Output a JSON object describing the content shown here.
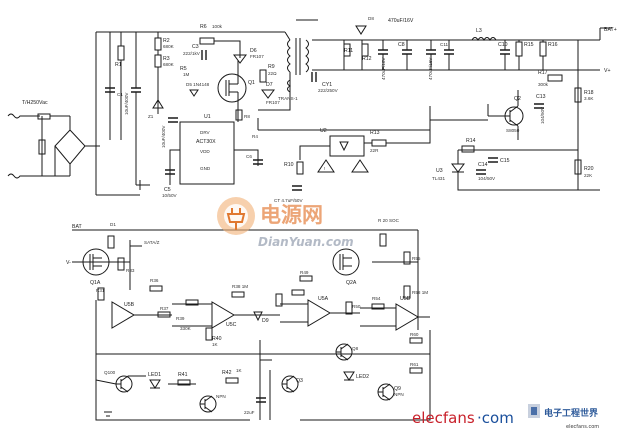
{
  "ac_input": "T/H250Vac",
  "outputs": {
    "bat_pos": "BAT+",
    "vpos": "V+",
    "vneg": "V-"
  },
  "labels": {
    "r1": "R1",
    "r2": "R2",
    "r2v": "680K",
    "r3": "R3",
    "r3v": "680K",
    "r5": "R5",
    "r5v": "1M",
    "r6": "R6",
    "r6v": "100k",
    "c3": "C3",
    "c3v": "222/1kV",
    "d5": "D5 1N4148",
    "d6": "D6",
    "d6v": "FR107",
    "d7": "D7",
    "d7v": "FR107",
    "r9": "R9",
    "r9v": "22Ω",
    "u1": "U1",
    "u1l1": "DRV",
    "u1l2": "ACT30X",
    "u1l3": "VDD",
    "u1l4": "GND",
    "trans": "TRANS-1",
    "cy1": "CY1",
    "cy1v": "222/250V",
    "r10": "R10",
    "ct": "CT 4.7uF/50V",
    "c5": "C5",
    "c5v": "10/50V",
    "u2": "U2",
    "r13": "R13",
    "r13v": "22R",
    "r11": "R11",
    "r12": "R12",
    "c8": "C8",
    "c8v": "470uF/16V",
    "l3": "L3",
    "r15": "R15",
    "c10": "C10",
    "r16": "R16",
    "r17": "R17",
    "r17v": "300k",
    "r18": "R18",
    "r18v": "3.6K",
    "c13": "C13",
    "c13v": "104/50V",
    "q2": "Q2",
    "q2v": "S8050",
    "r14": "R14",
    "c15": "C15",
    "c14": "C14",
    "c14v": "104/50V",
    "u3": "U3",
    "u3v": "TL431",
    "r20": "R20",
    "r20v": "22K",
    "bat": "BAT",
    "q1a": "Q1A",
    "q2a": "Q2A",
    "u5b": "U5B",
    "u5c": "U5C",
    "u5a": "U5A",
    "u5d": "U5D",
    "r30": "R30",
    "r40": "R40",
    "r40v": "1K",
    "r41": "R41",
    "r41v": "1K",
    "r42": "R42",
    "r42v": "1K",
    "d9": "D9",
    "q3": "Q3",
    "q9": "Q9",
    "q9v": "NPN",
    "led1": "LED1",
    "led2": "LED2",
    "sataz": "SATA/Z",
    "q100": "Q100",
    "npn": "NPN"
  },
  "watermark": {
    "main": "电源网",
    "sub": "DianYuan.com"
  },
  "footer": {
    "brand_a": "elecfans",
    "brand_b": "·com",
    "cn": "电子工程世界",
    "cn_sub": "elecfans.com"
  }
}
